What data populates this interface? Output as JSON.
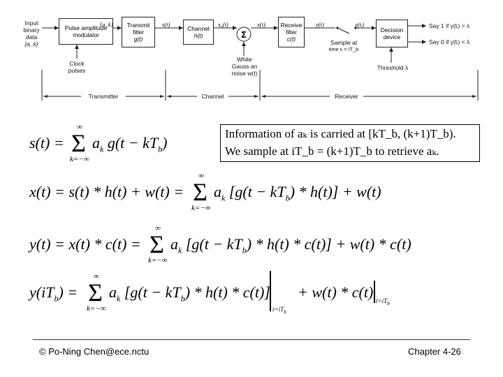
{
  "diagram": {
    "input_label": [
      "Input",
      "binary",
      "data",
      "{a_k}"
    ],
    "signal_ak": "{a_k}",
    "blocks": [
      {
        "name": "Pulse amplitude modulator",
        "fn": ""
      },
      {
        "name": "Transmit filter",
        "fn": "g(t)"
      },
      {
        "name": "Channel",
        "fn": "h(t)"
      },
      {
        "name": "Receive filter",
        "fn": "c(t)"
      },
      {
        "name": "Decision device",
        "fn": ""
      }
    ],
    "signals": {
      "s": "s(t)",
      "x0": "x₀(t)",
      "x": "x(t)",
      "y": "y(t)",
      "yi": "y(tᵢ)"
    },
    "clock": [
      "Clock",
      "pulses"
    ],
    "noise": [
      "White",
      "Gauss an",
      "noise w(t)"
    ],
    "sample": [
      "Sample at",
      "time tᵢ = iT_b"
    ],
    "threshold": "Threshold λ",
    "decisions": [
      "Say 1 if y(tᵢ) > λ",
      "Say 0 if y(tᵢ) < λ"
    ],
    "sections": [
      "Transmitter",
      "Channel",
      "Receiver"
    ]
  },
  "info": {
    "line1": "Information of aₖ is carried at [kT_b, (k+1)T_b).",
    "line2": "We sample at iT_b = (k+1)T_b to retrieve aₖ."
  },
  "equations": {
    "eq1": "s(t) = Σ_{k=−∞}^{∞} aₖ g(t − kT_b)",
    "eq2": "x(t) = s(t) * h(t) + w(t) = Σ_{k=−∞}^{∞} aₖ [g(t − kT_b) * h(t)] + w(t)",
    "eq3": "y(t) = x(t) * c(t) = Σ_{k=−∞}^{∞} aₖ [g(t − kT_b) * h(t) * c(t)] + w(t) * c(t)",
    "eq4": "y(iT_b) = Σ_{k=−∞}^{∞} aₖ [g(t − kT_b) * h(t) * c(t)] |_{t=iT_b} + w(t) * c(t) |_{t=iT_b}"
  },
  "footer": {
    "author": "© Po-Ning Chen@ece.nctu",
    "page": "Chapter 4-26"
  }
}
